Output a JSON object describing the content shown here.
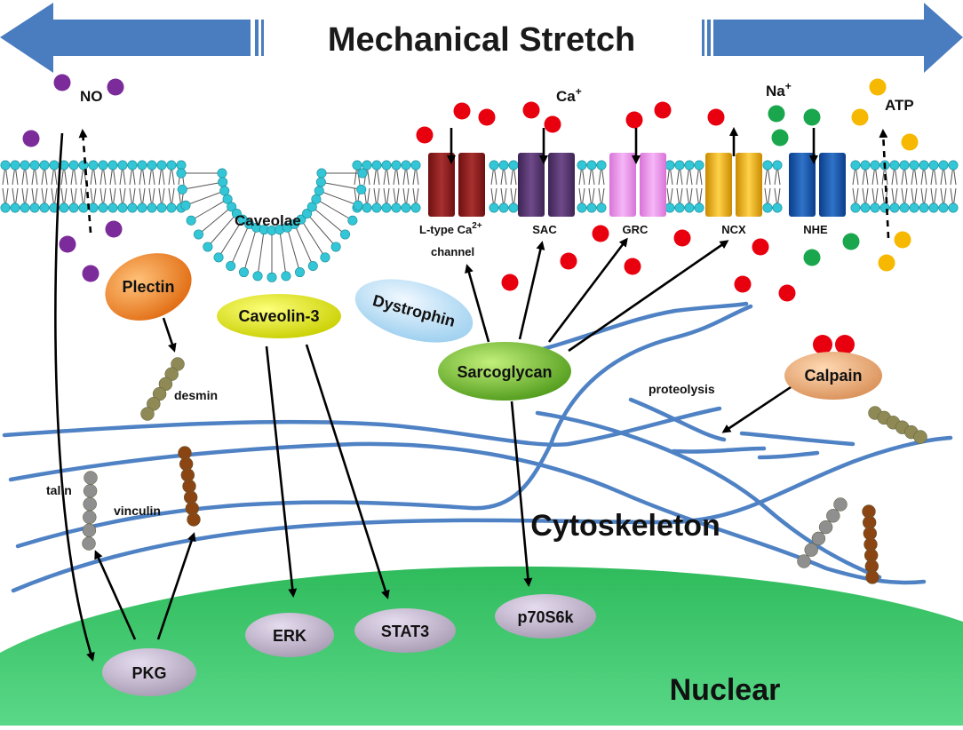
{
  "title": "Mechanical Stretch",
  "colors": {
    "arrow_blue": "#4a7cc0",
    "membrane_head": "#33c6d6",
    "filament": "#4f82c4",
    "nucleus": "#3cc46c",
    "ca_ion": "#e8000f",
    "na_ion": "#19a64c",
    "atp": "#f6b800",
    "no": "#7b2b9a"
  },
  "labels": {
    "no": "NO",
    "ca": "Ca",
    "ca_sup": "+",
    "na": "Na",
    "na_sup": "+",
    "atp": "ATP",
    "caveolae": "Caveolae",
    "desmin": "desmin",
    "talin": "talin",
    "vinculin": "vinculin",
    "proteolysis": "proteolysis",
    "cytoskeleton": "Cytoskeleton",
    "nuclear": "Nuclear"
  },
  "channels": {
    "ltype_line1_a": "L-type Ca",
    "ltype_line1_sup": "2+",
    "ltype_line2": "channel",
    "sac": "SAC",
    "grc": "GRC",
    "ncx": "NCX",
    "nhe": "NHE"
  },
  "nodes": {
    "plectin": "Plectin",
    "caveolin": "Caveolin-3",
    "dystrophin": "Dystrophin",
    "sarcoglycan": "Sarcoglycan",
    "calpain": "Calpain",
    "erk": "ERK",
    "stat3": "STAT3",
    "p70s6k": "p70S6k",
    "pkg": "PKG"
  }
}
